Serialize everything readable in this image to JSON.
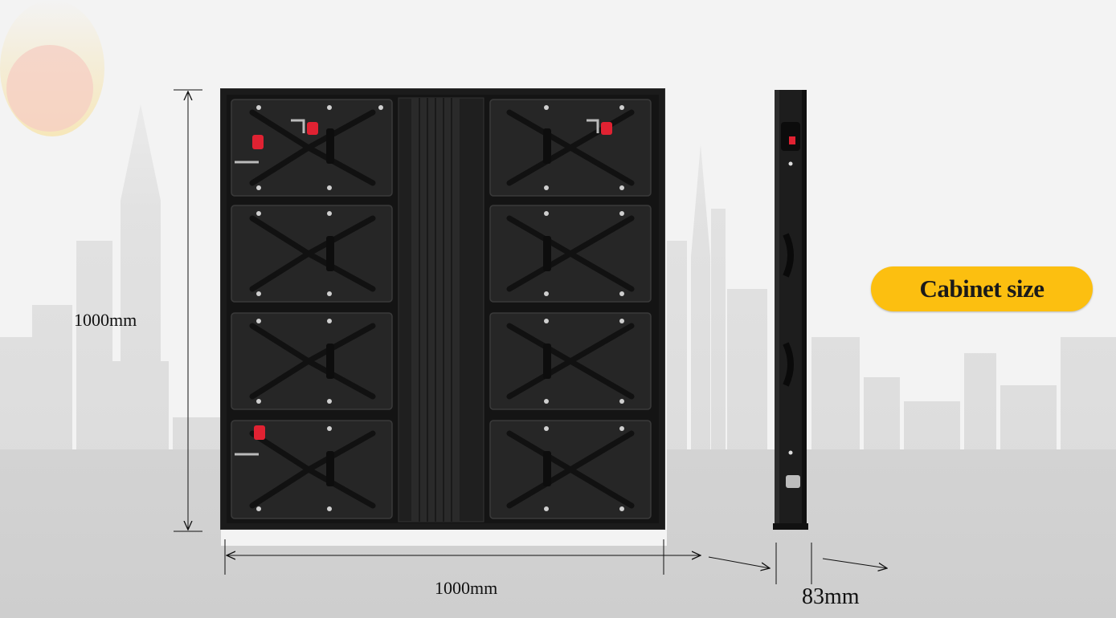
{
  "title": "Cabinet size",
  "dimensions": {
    "height": "1000mm",
    "width": "1000mm",
    "depth": "83mm"
  },
  "colors": {
    "accent": "#fcbf10",
    "cabinet": "#1e1e1e",
    "handle_red": "#e02232",
    "deco_yellow": "#fbd25a",
    "deco_pink": "#f5cdc3"
  },
  "illustrations": {
    "front": "led-cabinet-rear-view",
    "side": "led-cabinet-side-profile",
    "background": "city-skyline"
  }
}
